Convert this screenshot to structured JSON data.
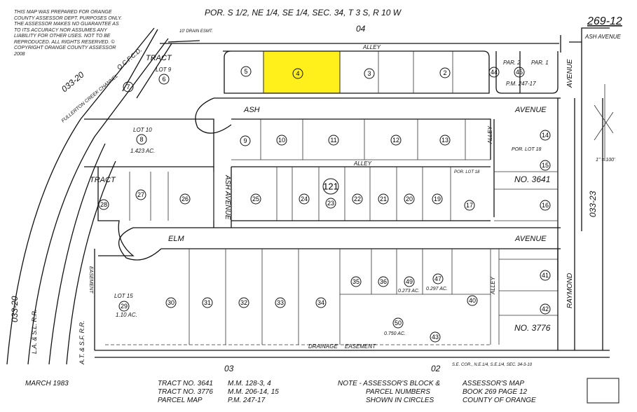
{
  "header": {
    "section_title": "POR. S 1/2, NE 1/4, SE 1/4, SEC. 34, T 3 S, R 10 W",
    "block_top": "04",
    "map_number": "269-12",
    "ash_avenue_ref": "ASH AVENUE",
    "disclaimer": "THIS MAP WAS PREPARED FOR ORANGE COUNTY ASSESSOR DEPT. PURPOSES ONLY. THE ASSESSOR MAKES NO GUARANTEE AS TO ITS ACCURACY NOR ASSUMES ANY LIABILITY FOR OTHER USES. NOT TO BE REPRODUCED. ALL RIGHTS RESERVED. © COPYRIGHT ORANGE COUNTY ASSESSOR 2008"
  },
  "highlight_color": "#ffef1a",
  "highlighted_parcel": "4",
  "labels": {
    "book_left_top": "033-20",
    "book_left_bottom": "033-20",
    "book_right": "033-23",
    "tract_1": "TRACT",
    "tract_2": "TRACT",
    "lot9": "LOT 9",
    "lot10": "LOT 10",
    "lot10_area": "1.423 AC.",
    "lot15": "LOT 15",
    "lot15_area": "1.10 AC.",
    "ash_street": "ASH",
    "ash_avenue": "AVENUE",
    "ash_vertical": "ASH AVENUE",
    "elm_street": "ELM",
    "elm_avenue": "AVENUE",
    "alley_top": "ALLEY",
    "alley_mid": "ALLEY",
    "alley_right1": "ALLEY",
    "alley_right2": "ALLEY",
    "raymond": "RAYMOND",
    "avenue_right": "AVENUE",
    "tract_3641": "NO. 3641",
    "tract_3776": "NO. 3776",
    "por_lot18_a": "POR. LOT 18",
    "por_lot18_b": "POR. LOT 18",
    "par2": "PAR. 2",
    "par1": "PAR. 1",
    "pm": "P.M. 247-17",
    "area_49": "0.273 AC.",
    "area_47": "0.297 AC.",
    "area_50": "0.750 AC.",
    "drainage": "DRAINAGE",
    "easement_bottom": "EASEMENT",
    "easement_left": "EASEMENT",
    "drain_esmt": "10' DRAIN ESMT.",
    "channel": "FULLERTON CREEK CHANNEL",
    "ocfcd": "O.C.F.C.D.",
    "atsf": "A.T. & S.F. R.R.",
    "lasl": "L.A. & S.L. R.R.",
    "block_03": "03",
    "block_02": "02",
    "se_corner": "S.E. COR., N.E.1/4, S.E.1/4, SEC. 34-3-10",
    "scale": "1\" = 100'"
  },
  "parcels": [
    "5",
    "4",
    "3",
    "2",
    "44",
    "45",
    "7",
    "6",
    "8",
    "9",
    "10",
    "11",
    "12",
    "13",
    "14",
    "15",
    "16",
    "17",
    "19",
    "20",
    "21",
    "22",
    "23",
    "24",
    "25",
    "26",
    "27",
    "28",
    "29",
    "30",
    "31",
    "32",
    "33",
    "34",
    "35",
    "36",
    "49",
    "47",
    "50",
    "40",
    "41",
    "42",
    "43"
  ],
  "block_number": "121",
  "footer": {
    "date": "MARCH 1983",
    "refs_left": [
      "TRACT NO. 3641",
      "TRACT NO. 3776",
      "PARCEL MAP"
    ],
    "refs_right": [
      "M.M. 128-3, 4",
      "M.M. 206-14, 15",
      "P.M. 247-17"
    ],
    "note": [
      "NOTE - ASSESSOR'S BLOCK &",
      "PARCEL NUMBERS",
      "SHOWN IN CIRCLES"
    ],
    "book": [
      "ASSESSOR'S MAP",
      "BOOK 269 PAGE 12",
      "COUNTY OF ORANGE"
    ]
  }
}
